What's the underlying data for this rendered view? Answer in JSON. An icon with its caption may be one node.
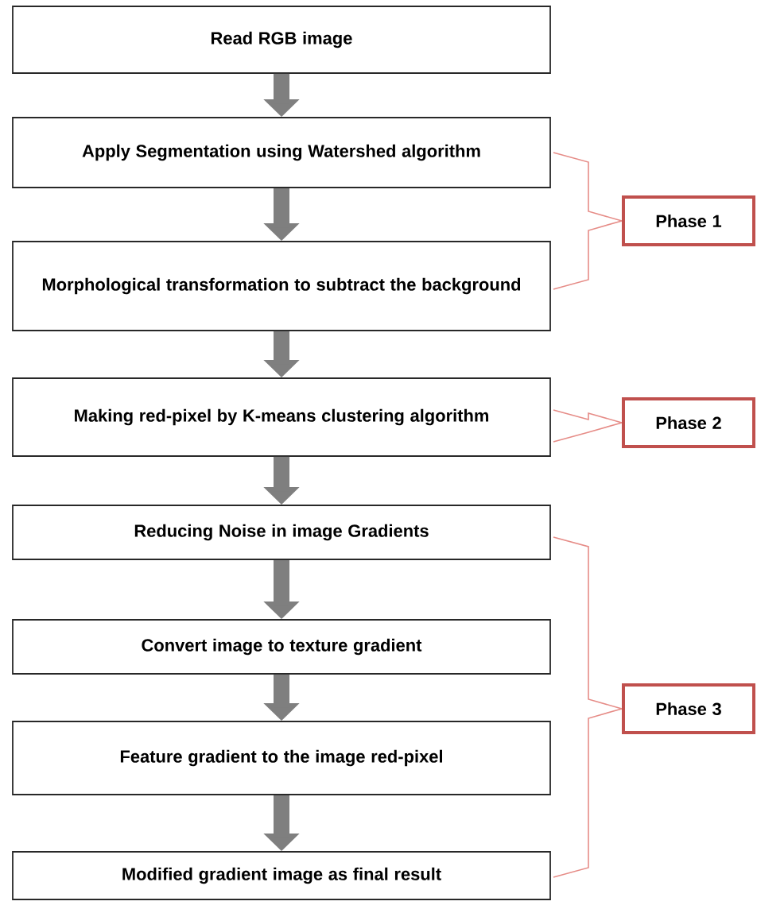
{
  "diagram": {
    "nodes": [
      {
        "text": [
          "Read RGB image"
        ]
      },
      {
        "text": [
          "Apply Segmentation using Watershed algorithm"
        ]
      },
      {
        "text": [
          "Morphological transformation to subtract the background"
        ]
      },
      {
        "text": [
          "Making red-pixel by K-means clustering algorithm"
        ]
      },
      {
        "text": [
          "Reducing Noise in image Gradients"
        ]
      },
      {
        "text": [
          "Convert image to texture gradient"
        ]
      },
      {
        "text": [
          "Feature gradient to the image red-pixel"
        ]
      },
      {
        "text": [
          "Modified gradient image as final result"
        ]
      },
      {
        "text": [
          "Phase 1"
        ]
      },
      {
        "text": [
          "Phase 2"
        ]
      },
      {
        "text": [
          "Phase 3"
        ]
      }
    ],
    "edges": [
      {
        "from": 0,
        "to": 1,
        "arrow": "to"
      },
      {
        "from": 1,
        "to": 2,
        "arrow": "to"
      },
      {
        "from": 2,
        "to": 3,
        "arrow": "to"
      },
      {
        "from": 3,
        "to": 4,
        "arrow": "to"
      },
      {
        "from": 4,
        "to": 5,
        "arrow": "to"
      },
      {
        "from": 5,
        "to": 6,
        "arrow": "to"
      },
      {
        "from": 6,
        "to": 7,
        "arrow": "to"
      }
    ]
  }
}
